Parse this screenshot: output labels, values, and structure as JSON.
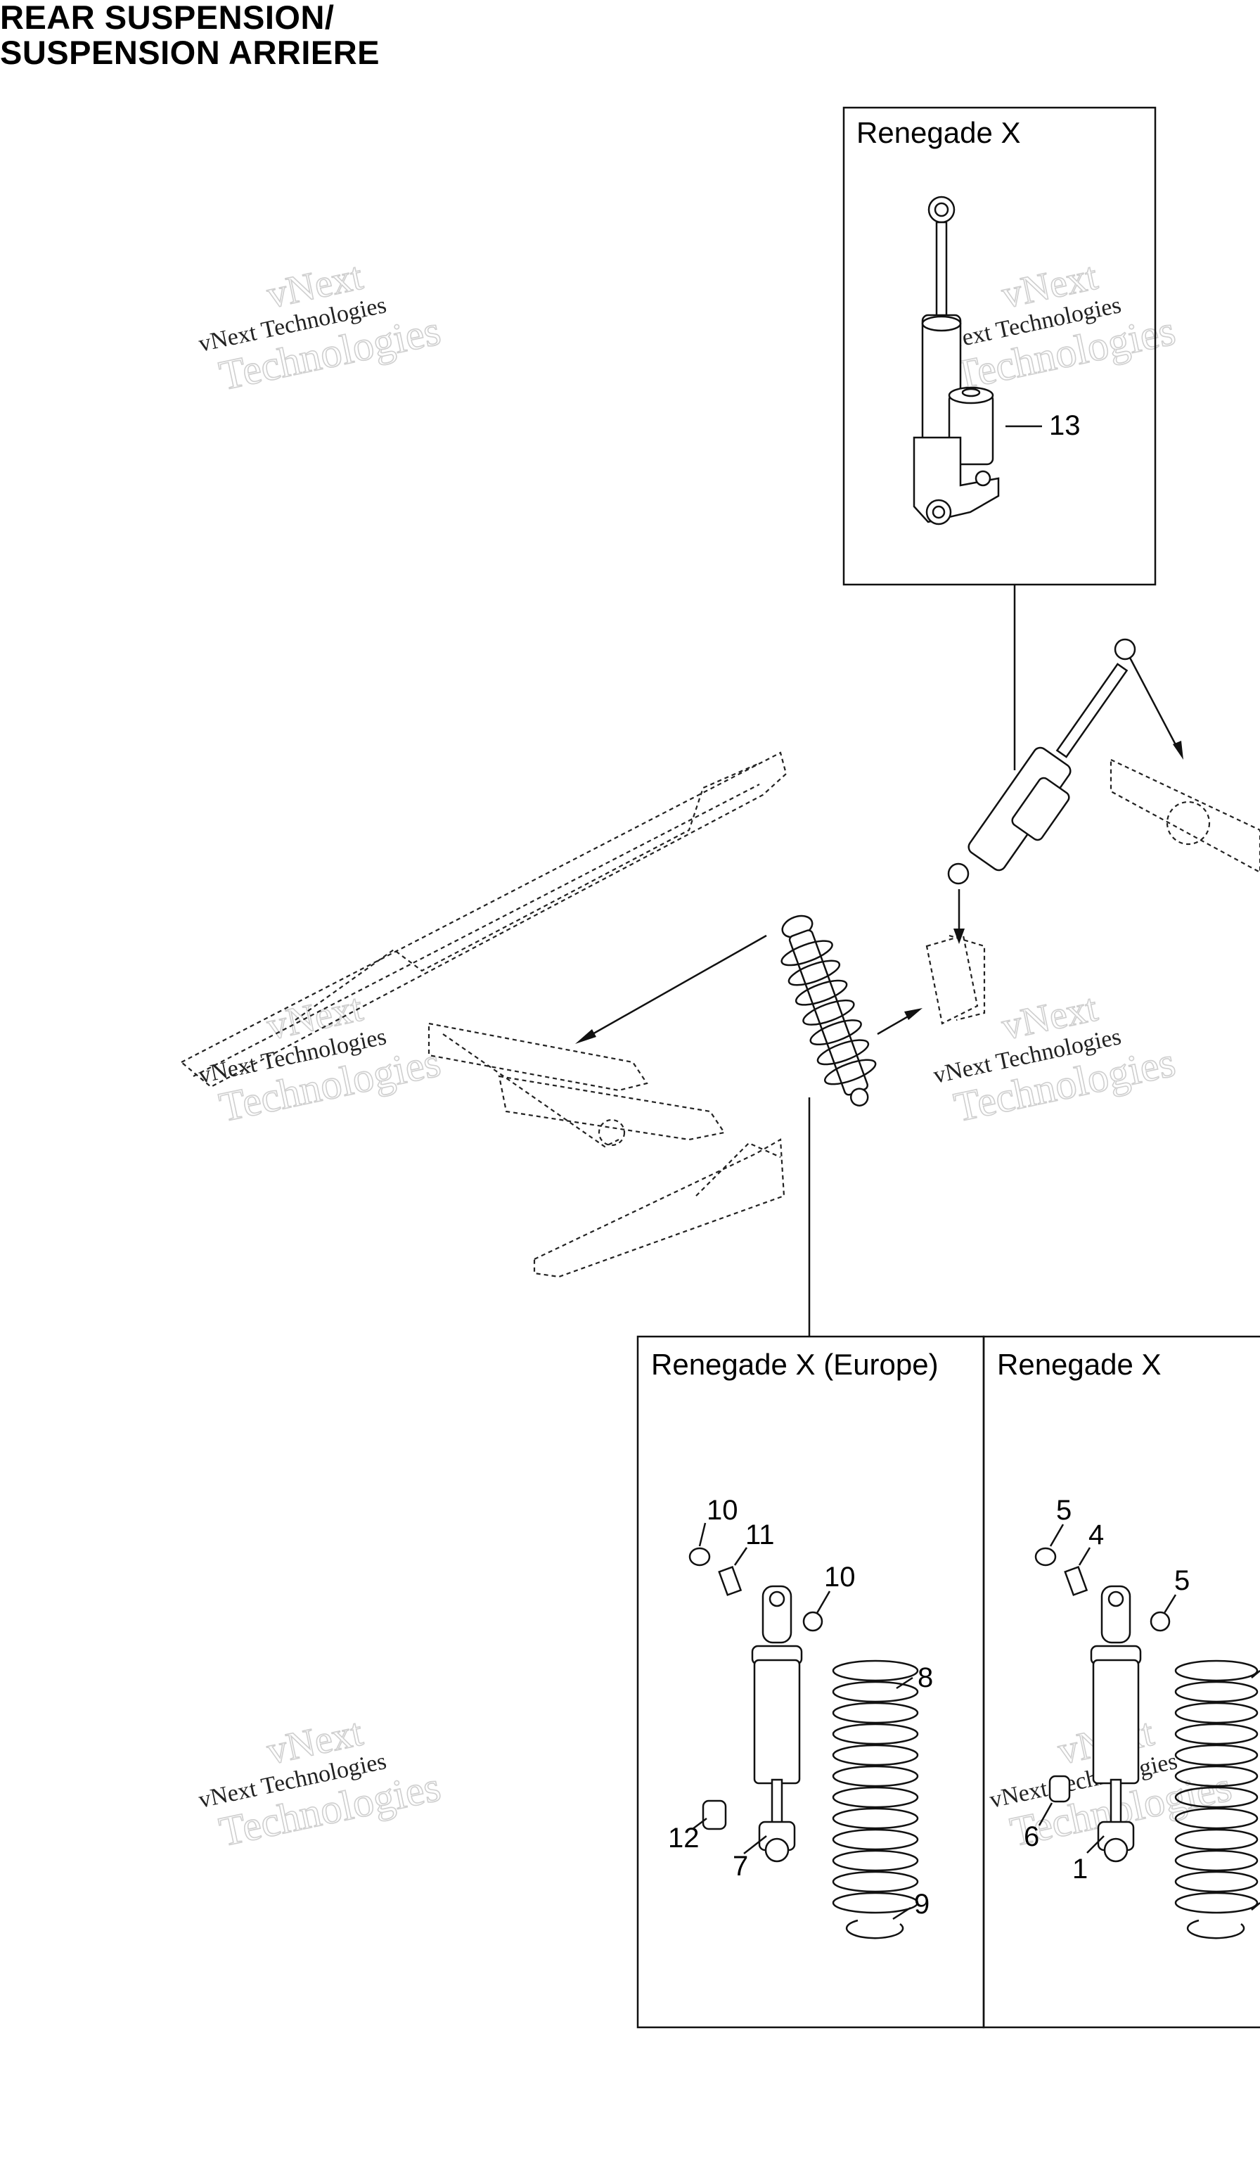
{
  "title": {
    "line1": "REAR SUSPENSION/",
    "line2": "SUSPENSION ARRIERE"
  },
  "boxes": {
    "top": {
      "title": "Renegade X"
    },
    "bottom_left": {
      "title": "Renegade X (Europe)"
    },
    "bottom_right": {
      "title": "Renegade X"
    }
  },
  "callouts": {
    "top_box": [
      "13"
    ],
    "europe_box": [
      "10",
      "11",
      "10",
      "8",
      "12",
      "7",
      "9"
    ],
    "x_box": [
      "5",
      "4",
      "5",
      "6",
      "1"
    ]
  },
  "watermark": {
    "line1": "vNext",
    "line2": "vNext Technologies",
    "line3": "Technologies"
  }
}
